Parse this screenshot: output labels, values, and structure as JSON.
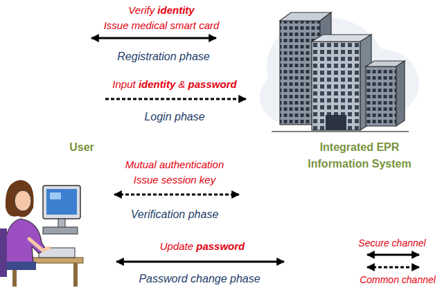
{
  "diagram": {
    "labels": [
      "Verify identity Issue medical smart card",
      "Registration phase",
      "Input identity & password",
      "Login phase",
      "User",
      "Integrated EPR Information System",
      "Mutual authentication Issue session key",
      "Verification phase",
      "Update password",
      "Password change phase"
    ],
    "legend": [
      {
        "text": "Secure channel"
      },
      {
        "text": "Common channel"
      }
    ]
  }
}
